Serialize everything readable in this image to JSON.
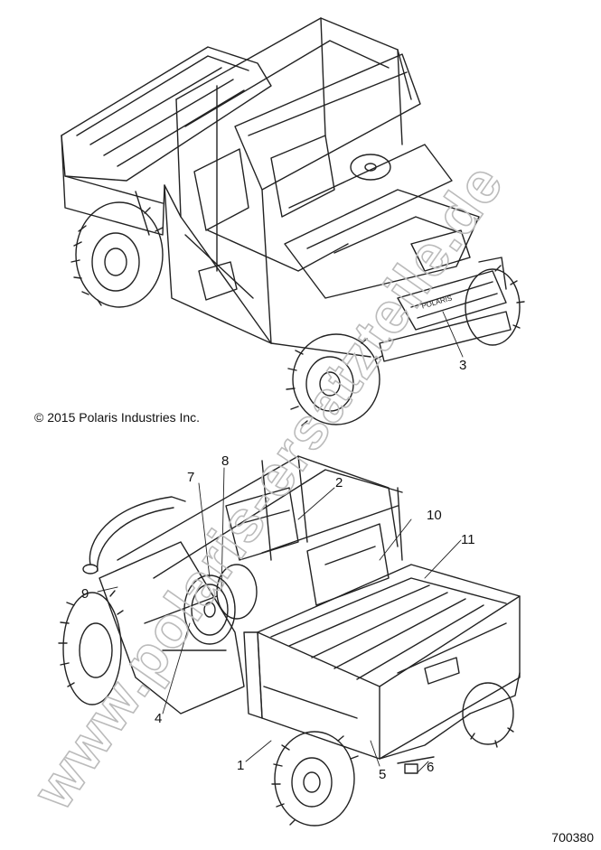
{
  "copyright": "© 2015 Polaris Industries Inc.",
  "reference_number": "700380",
  "watermark": "www.polaris-ersatzteile.de",
  "grille_badge": "POLARIS",
  "callouts": {
    "c1": "1",
    "c2": "2",
    "c3": "3",
    "c4": "4",
    "c5": "5",
    "c6": "6",
    "c7": "7",
    "c8": "8",
    "c9": "9",
    "c10": "10",
    "c11": "11"
  }
}
